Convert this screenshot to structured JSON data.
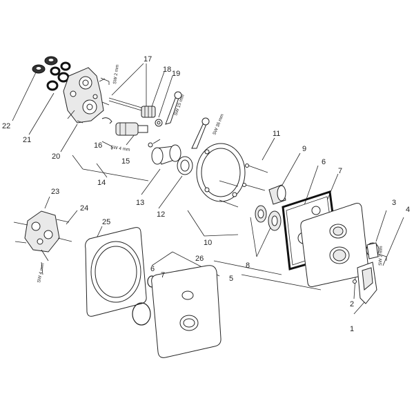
{
  "callouts": [
    "1",
    "2",
    "3",
    "4",
    "5",
    "6",
    "7",
    "8",
    "9",
    "10",
    "11",
    "12",
    "13",
    "14",
    "15",
    "16",
    "17",
    "18",
    "19",
    "20",
    "21",
    "22",
    "23",
    "24",
    "25",
    "26",
    "6",
    "7"
  ],
  "tool_notes": [
    "SW 2 mm",
    "SW 15 mm",
    "SW 36 mm",
    "SW 4 mm",
    "SW 4 mm",
    "SW 2 mm"
  ],
  "colors": {
    "line": "#222222",
    "fill": "#ffffff",
    "shade": "#e9e9e9",
    "dark": "#333333"
  }
}
